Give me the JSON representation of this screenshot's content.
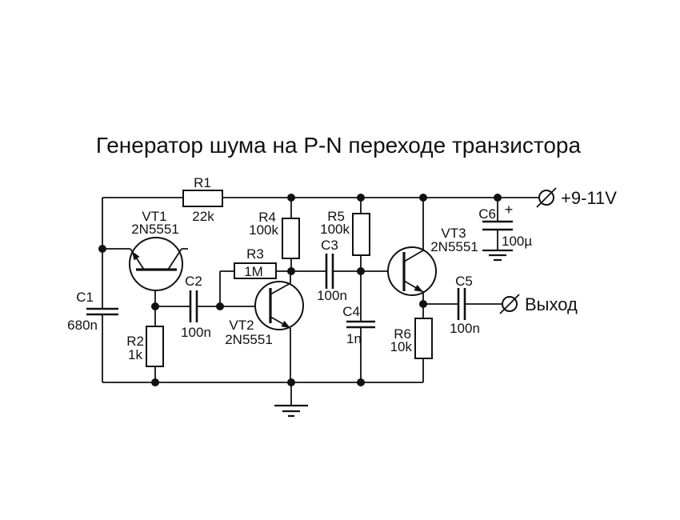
{
  "title": "Генератор шума на P-N переходе транзистора",
  "terminals": {
    "power": "+9-11V",
    "output": "Выход"
  },
  "components": {
    "R1": {
      "ref": "R1",
      "value": "22k"
    },
    "R2": {
      "ref": "R2",
      "value": "1k"
    },
    "R3": {
      "ref": "R3",
      "value": "1M"
    },
    "R4": {
      "ref": "R4",
      "value": "100k"
    },
    "R5": {
      "ref": "R5",
      "value": "100k"
    },
    "R6": {
      "ref": "R6",
      "value": "10k"
    },
    "C1": {
      "ref": "C1",
      "value": "680n"
    },
    "C2": {
      "ref": "C2",
      "value": "100n"
    },
    "C3": {
      "ref": "C3",
      "value": "100n"
    },
    "C4": {
      "ref": "C4",
      "value": "1n"
    },
    "C5": {
      "ref": "C5",
      "value": "100n"
    },
    "C6": {
      "ref": "C6",
      "value": "100µ",
      "polarity": "+"
    },
    "VT1": {
      "ref": "VT1",
      "part": "2N5551"
    },
    "VT2": {
      "ref": "VT2",
      "part": "2N5551"
    },
    "VT3": {
      "ref": "VT3",
      "part": "2N5551"
    }
  },
  "colors": {
    "ink": "#111111",
    "background": "#ffffff"
  }
}
